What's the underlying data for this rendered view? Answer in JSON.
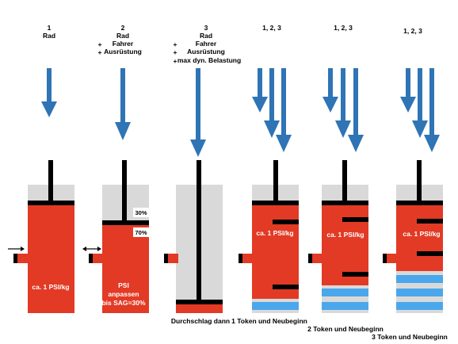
{
  "colors": {
    "red": "#e23a25",
    "gray": "#d9d9d9",
    "blue": "#4aa7ec",
    "arrow": "#2f74b5",
    "black": "#000000",
    "white": "#ffffff"
  },
  "columns": [
    {
      "header": [
        "1",
        "Rad"
      ],
      "plus_rows": []
    },
    {
      "header": [
        "2",
        "Rad",
        "Fahrer",
        "Ausrüstung"
      ],
      "plus_rows": [
        2,
        3
      ]
    },
    {
      "header": [
        "3",
        "Rad",
        "Fahrer",
        "Ausrüstung",
        "max dyn. Belastung"
      ],
      "plus_rows": [
        2,
        3,
        4
      ]
    },
    {
      "header": [
        "1, 2, 3"
      ],
      "plus_rows": []
    },
    {
      "header": [
        "1, 2, 3"
      ],
      "plus_rows": []
    },
    {
      "header": [
        "1, 2, 3"
      ],
      "plus_rows": []
    }
  ],
  "plus_sign": "+",
  "labels": {
    "pressure": "ca. 1 PSI/kg",
    "psi_adjust": [
      "PSI",
      "anpassen",
      "bis SAG=30%"
    ],
    "pct_top": "30%",
    "pct_bottom": "70%",
    "bottom": [
      "Durchschlag dann",
      "1 Token und Neubeginn",
      "2 Token und Neubeginn",
      "3 Token und Neubeginn"
    ]
  }
}
